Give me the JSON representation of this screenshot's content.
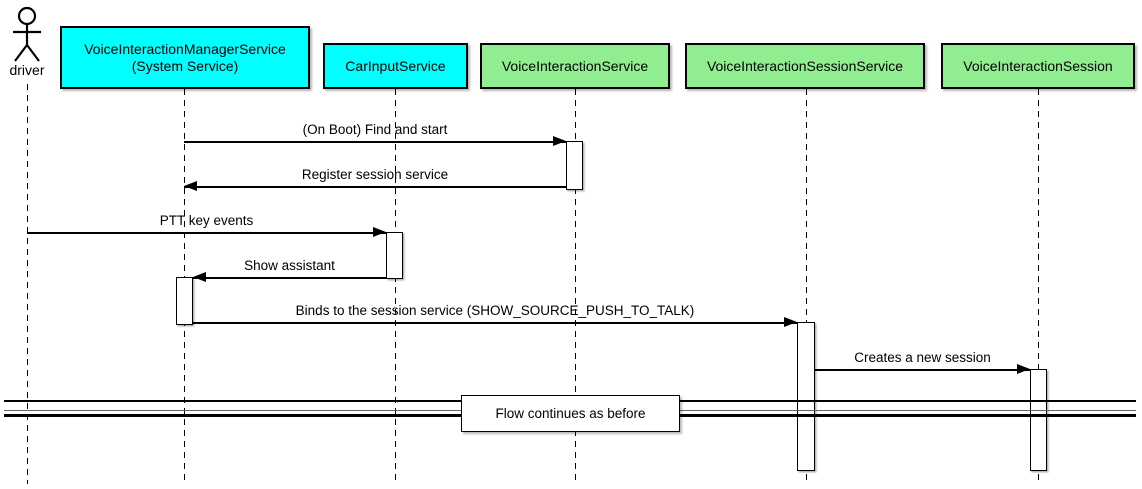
{
  "diagram_type": "uml-sequence",
  "actor": {
    "label": "driver"
  },
  "participants": [
    {
      "label": "VoiceInteractionManagerService",
      "sublabel": "(System Service)",
      "fill": "#00FFFF"
    },
    {
      "label": "CarInputService",
      "fill": "#00FFFF"
    },
    {
      "label": "VoiceInteractionService",
      "fill": "#90EE90"
    },
    {
      "label": "VoiceInteractionSessionService",
      "fill": "#90EE90"
    },
    {
      "label": "VoiceInteractionSession",
      "fill": "#90EE90"
    }
  ],
  "messages": [
    {
      "label": "(On Boot) Find and start",
      "from": "VoiceInteractionManagerService (System Service)",
      "to": "VoiceInteractionService",
      "direction": "right"
    },
    {
      "label": "Register session service",
      "from": "VoiceInteractionService",
      "to": "VoiceInteractionManagerService (System Service)",
      "direction": "left"
    },
    {
      "label": "PTT key events",
      "from": "driver",
      "to": "CarInputService",
      "direction": "right"
    },
    {
      "label": "Show assistant",
      "from": "CarInputService",
      "to": "VoiceInteractionManagerService (System Service)",
      "direction": "left"
    },
    {
      "label": "Binds to the session service (SHOW_SOURCE_PUSH_TO_TALK)",
      "from": "VoiceInteractionManagerService (System Service)",
      "to": "VoiceInteractionSessionService",
      "direction": "right"
    },
    {
      "label": "Creates a new session",
      "from": "VoiceInteractionSessionService",
      "to": "VoiceInteractionSession",
      "direction": "right"
    }
  ],
  "divider": {
    "label": "Flow continues as before"
  },
  "colors": {
    "participant_cyan": "#00FFFF",
    "participant_green": "#90EE90",
    "border": "#000000",
    "background": "#FFFFFF",
    "line": "#000000"
  }
}
